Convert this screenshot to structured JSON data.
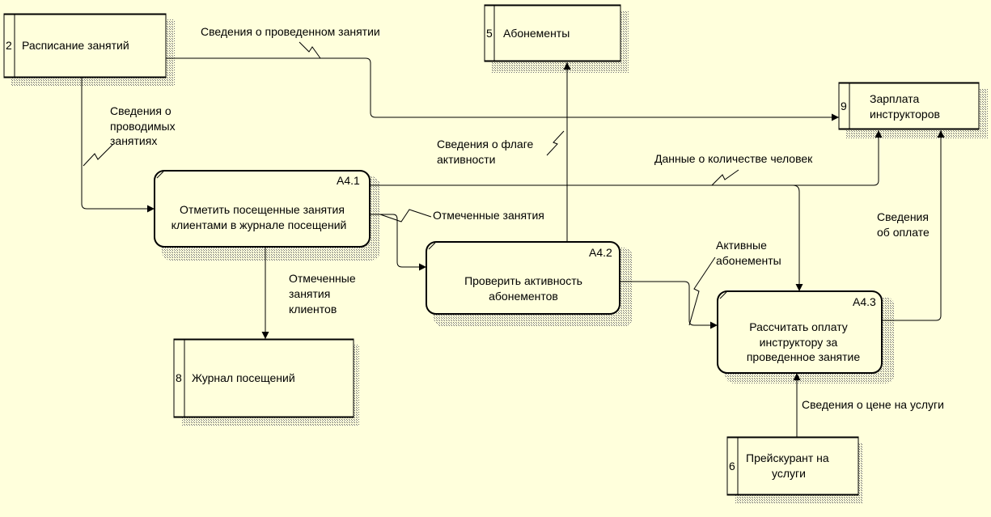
{
  "colors": {
    "background": "#ffffdc",
    "box_fill": "#ffffdc",
    "line": "#000000",
    "shadow": "#7f7f7f"
  },
  "stores": [
    {
      "id": "2",
      "label": "Расписание занятий"
    },
    {
      "id": "5",
      "label": "Абонементы"
    },
    {
      "id": "9",
      "label_lines": [
        "Зарплата",
        "инструкторов"
      ]
    },
    {
      "id": "8",
      "label": "Журнал посещений"
    },
    {
      "id": "6",
      "label_lines": [
        "Прейскурант на",
        "услуги"
      ]
    }
  ],
  "processes": [
    {
      "code": "А4.1",
      "label_lines": [
        "Отметить посещенные занятия",
        "клиентами в журнале посещений"
      ]
    },
    {
      "code": "А4.2",
      "label_lines": [
        "Проверить активность",
        "абонементов"
      ]
    },
    {
      "code": "А4.3",
      "label_lines": [
        "Рассчитать оплату",
        "инструктору за",
        "проведенное занятие"
      ]
    }
  ],
  "flows": {
    "held_lesson": "Сведения о проведенном занятии",
    "scheduled_lessons": [
      "Сведения о",
      "проводимых",
      "занятиях"
    ],
    "active_flag": [
      "Сведения о флаге",
      "активности"
    ],
    "people_count": "Данные о количестве человек",
    "marked_lessons": "Отмеченные занятия",
    "payment": [
      "Сведения",
      "об оплате"
    ],
    "active_subs": [
      "Активные",
      "абонементы"
    ],
    "marked_client_lessons": [
      "Отмеченные",
      "занятия",
      "клиентов"
    ],
    "price_info": "Сведения о цене на услуги"
  }
}
